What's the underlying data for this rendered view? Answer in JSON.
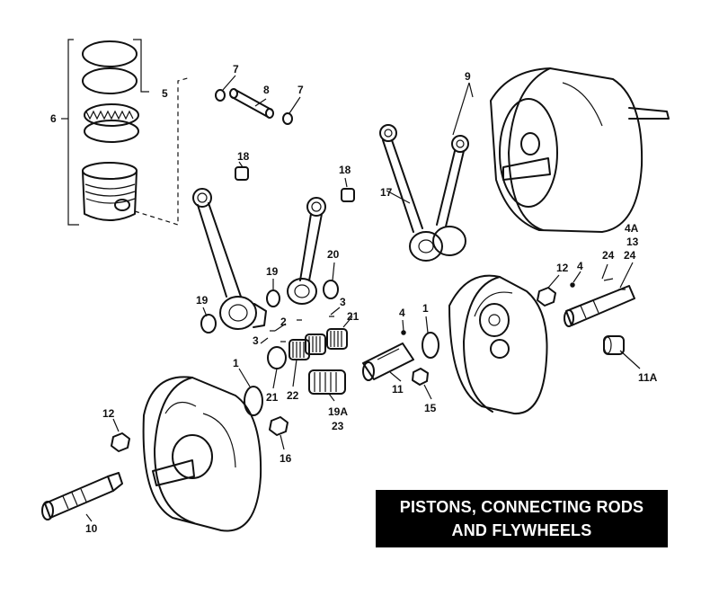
{
  "title": {
    "line1": "PISTONS, CONNECTING RODS",
    "line2": "AND FLYWHEELS"
  },
  "callouts": {
    "c1a": "1",
    "c1b": "1",
    "c2": "2",
    "c3a": "3",
    "c3b": "3",
    "c4a": "4",
    "c4b": "4",
    "c4A": "4A",
    "c5": "5",
    "c6": "6",
    "c7a": "7",
    "c7b": "7",
    "c8": "8",
    "c9": "9",
    "c10": "10",
    "c11": "11",
    "c11A": "11A",
    "c12a": "12",
    "c12b": "12",
    "c13": "13",
    "c15": "15",
    "c16": "16",
    "c17": "17",
    "c18a": "18",
    "c18b": "18",
    "c19a": "19",
    "c19b": "19",
    "c19A": "19A",
    "c20": "20",
    "c21a": "21",
    "c21b": "21",
    "c22": "22",
    "c23": "23",
    "c24a": "24",
    "c24b": "24"
  }
}
